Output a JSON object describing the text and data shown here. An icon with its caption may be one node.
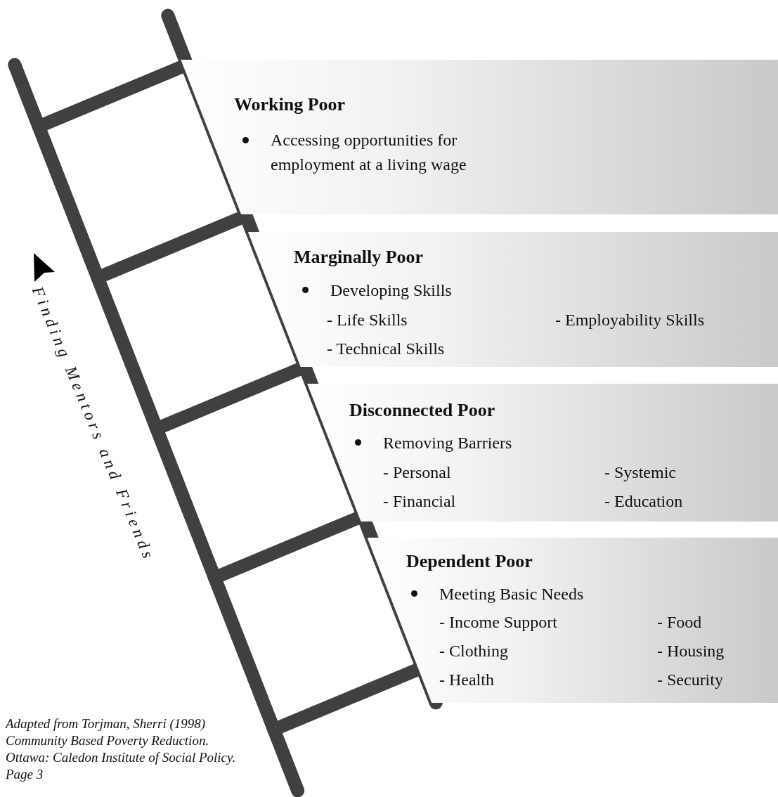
{
  "diagram": {
    "nodes": [
      {
        "text": [
          "Working Poor",
          "Accessing opportunities for employment at a living wage"
        ]
      },
      {
        "text": [
          "Marginally Poor",
          "Developing Skills",
          "- Life Skills",
          "- Employability Skills",
          "- Technical Skills"
        ]
      },
      {
        "text": [
          "Disconnected Poor",
          "Removing Barriers",
          "- Personal",
          "- Systemic",
          "- Financial",
          "- Education"
        ]
      },
      {
        "text": [
          "Dependent Poor",
          "Meeting Basic Needs",
          "- Income Support",
          "- Food",
          "- Clothing",
          "- Housing",
          "- Health",
          "- Security"
        ]
      }
    ],
    "labels": [
      "Finding Mentors and Friends",
      "Adapted from Torjman, Sherri (1998) Community Based Poverty Reduction. Ottawa: Caledon Institute of Social Policy. Page 3"
    ]
  }
}
